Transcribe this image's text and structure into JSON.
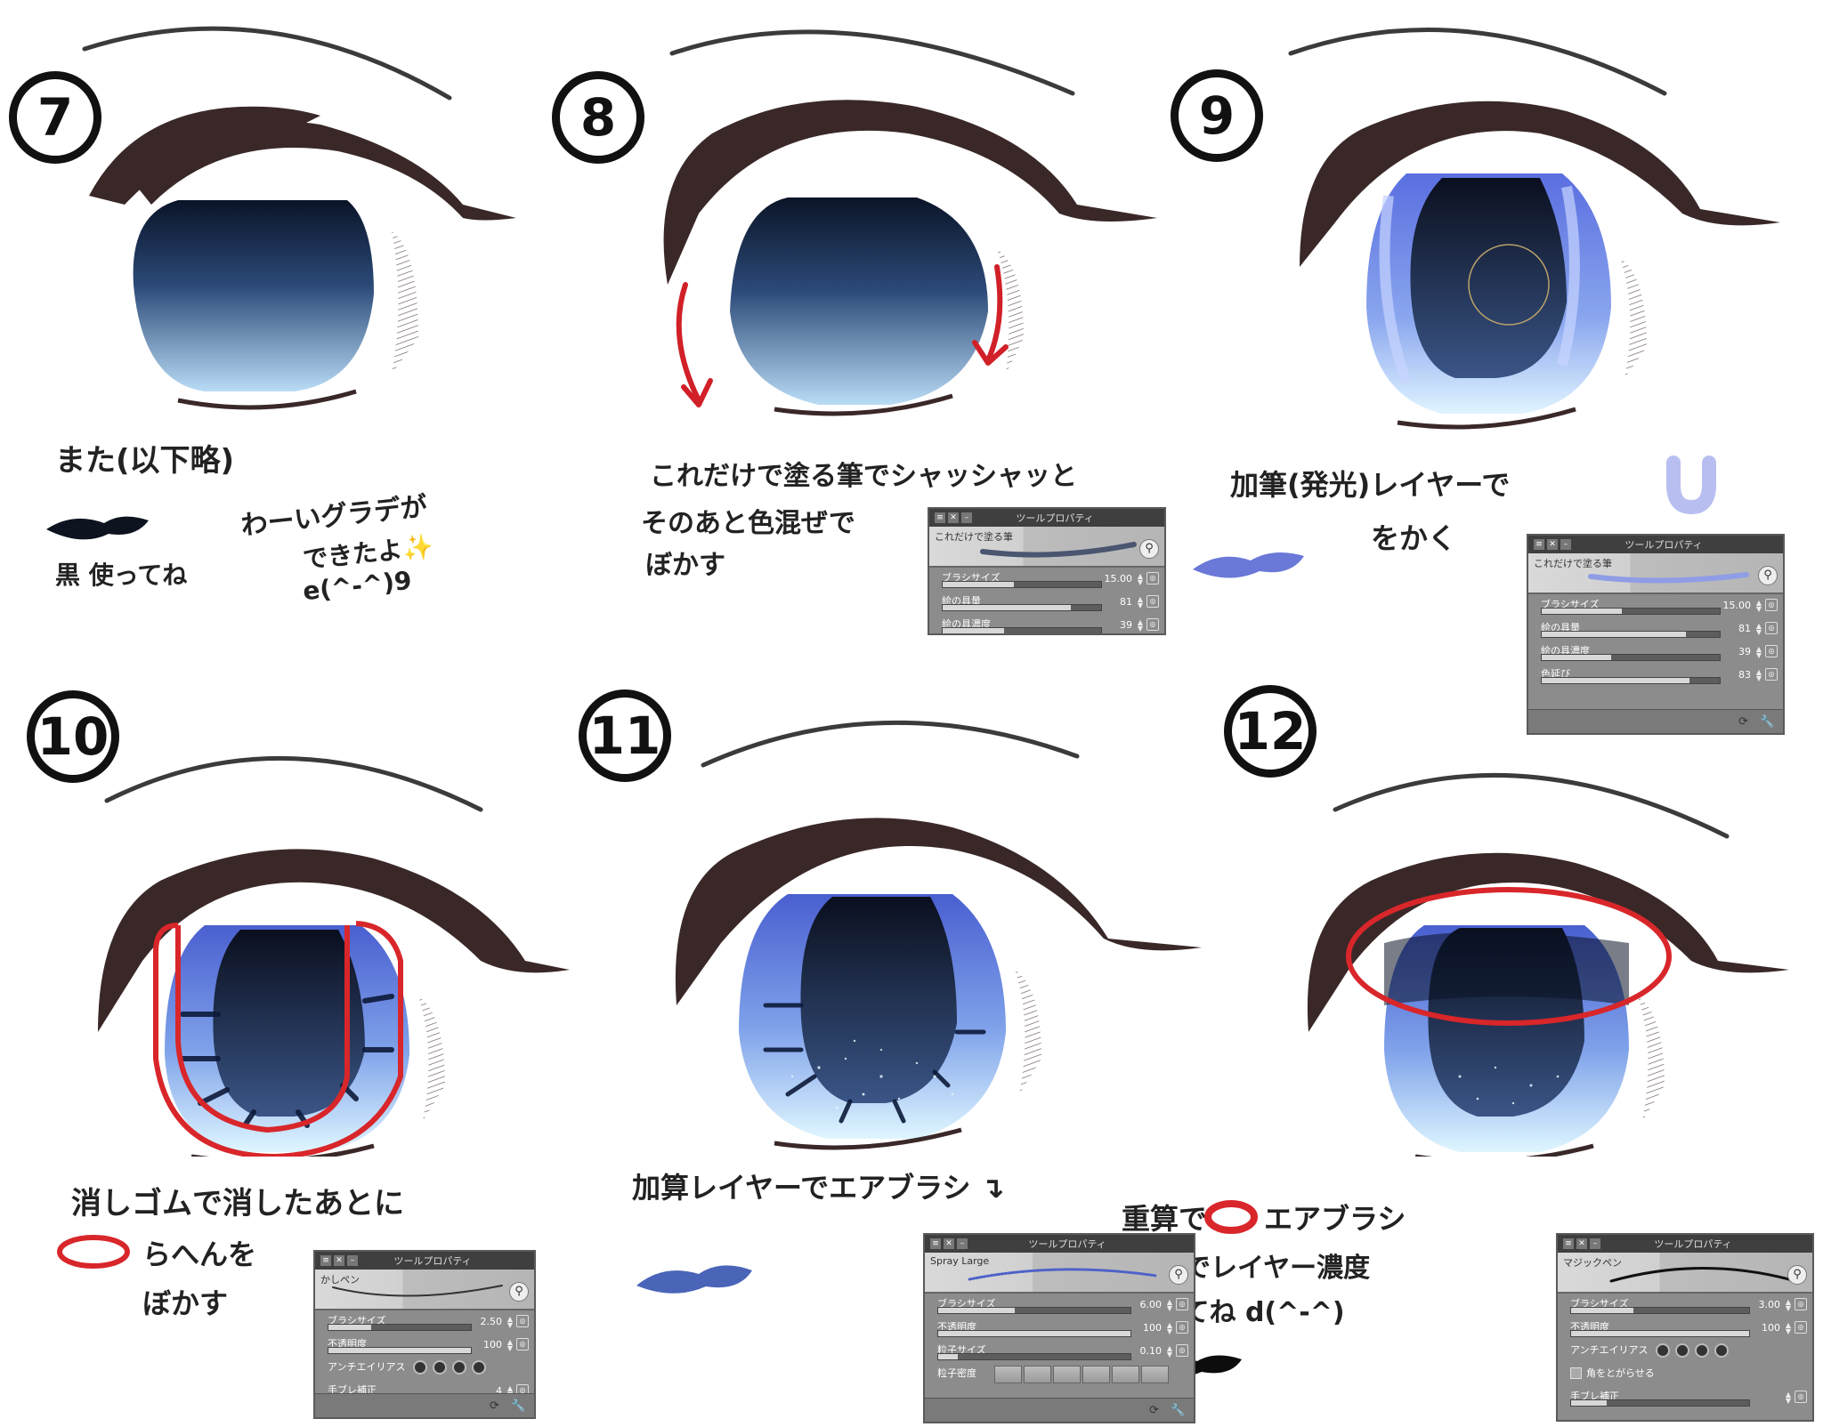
{
  "steps": [
    {
      "number": "7",
      "caption": [
        "また(以下略)"
      ],
      "swatch_label": "黒 使ってね",
      "note": [
        "わーいグラデが",
        "できたよ✨",
        "e(^-^)9"
      ],
      "swatch_color": "#0d1420"
    },
    {
      "number": "8",
      "caption": [
        "これだけで塗る筆でシャッシャッと",
        "そのあと色混ぜで",
        "ぼかす"
      ]
    },
    {
      "number": "9",
      "caption": [
        "加筆(発光)レイヤーで",
        "をかく"
      ],
      "swatch_color": "#6a78d8",
      "u_color": "#b8bff0"
    },
    {
      "number": "10",
      "caption": [
        "消しゴムで消したあとに",
        "らへんを",
        "ぼかす"
      ],
      "oval_color": "#d8262a"
    },
    {
      "number": "11",
      "caption": [
        "加算レイヤーでエアブラシ ↴"
      ],
      "swatch_color": "#4a64b8"
    },
    {
      "number": "12",
      "caption": [
        "重算で",
        "エアブラシ",
        "好みでレイヤー濃度",
        "かえてね d(^-^)"
      ],
      "swatch_color": "#0d0d0d",
      "oval_color": "#d8262a"
    }
  ],
  "tool_panels": [
    {
      "title": "ツールプロパティ",
      "brush": "これだけで塗る筆",
      "rows": [
        {
          "label": "ブラシサイズ",
          "value": "15.00",
          "fill": 0.45
        },
        {
          "label": "絵の具量",
          "value": "81",
          "fill": 0.81
        },
        {
          "label": "絵の具濃度",
          "value": "39",
          "fill": 0.39
        }
      ]
    },
    {
      "title": "ツールプロパティ",
      "brush": "これだけで塗る筆",
      "rows": [
        {
          "label": "ブラシサイズ",
          "value": "15.00",
          "fill": 0.45
        },
        {
          "label": "絵の具量",
          "value": "81",
          "fill": 0.81
        },
        {
          "label": "絵の具濃度",
          "value": "39",
          "fill": 0.39
        },
        {
          "label": "色延び",
          "value": "83",
          "fill": 0.83
        }
      ]
    },
    {
      "title": "ツールプロパティ",
      "brush": "かしペン",
      "rows": [
        {
          "label": "ブラシサイズ",
          "value": "2.50",
          "fill": 0.3
        },
        {
          "label": "不透明度",
          "value": "100",
          "fill": 1.0
        },
        {
          "label": "アンチエイリアス",
          "type": "aa"
        },
        {
          "label": "手ブレ補正",
          "value": "4",
          "fill": 0.2
        }
      ]
    },
    {
      "title": "ツールプロパティ",
      "brush": "Spray Large",
      "rows": [
        {
          "label": "ブラシサイズ",
          "value": "6.00",
          "fill": 0.4
        },
        {
          "label": "不透明度",
          "value": "100",
          "fill": 1.0
        },
        {
          "label": "粒子サイズ",
          "value": "0.10",
          "fill": 0.1
        },
        {
          "label": "粒子密度",
          "type": "cells"
        }
      ]
    },
    {
      "title": "ツールプロパティ",
      "brush": "マジックペン",
      "rows": [
        {
          "label": "ブラシサイズ",
          "value": "3.00",
          "fill": 0.35
        },
        {
          "label": "不透明度",
          "value": "100",
          "fill": 1.0
        },
        {
          "label": "アンチエイリアス",
          "type": "aa"
        },
        {
          "label": "角をとがらせる",
          "type": "check"
        },
        {
          "label": "手ブレ補正",
          "value": "",
          "fill": 0.2
        }
      ]
    }
  ]
}
